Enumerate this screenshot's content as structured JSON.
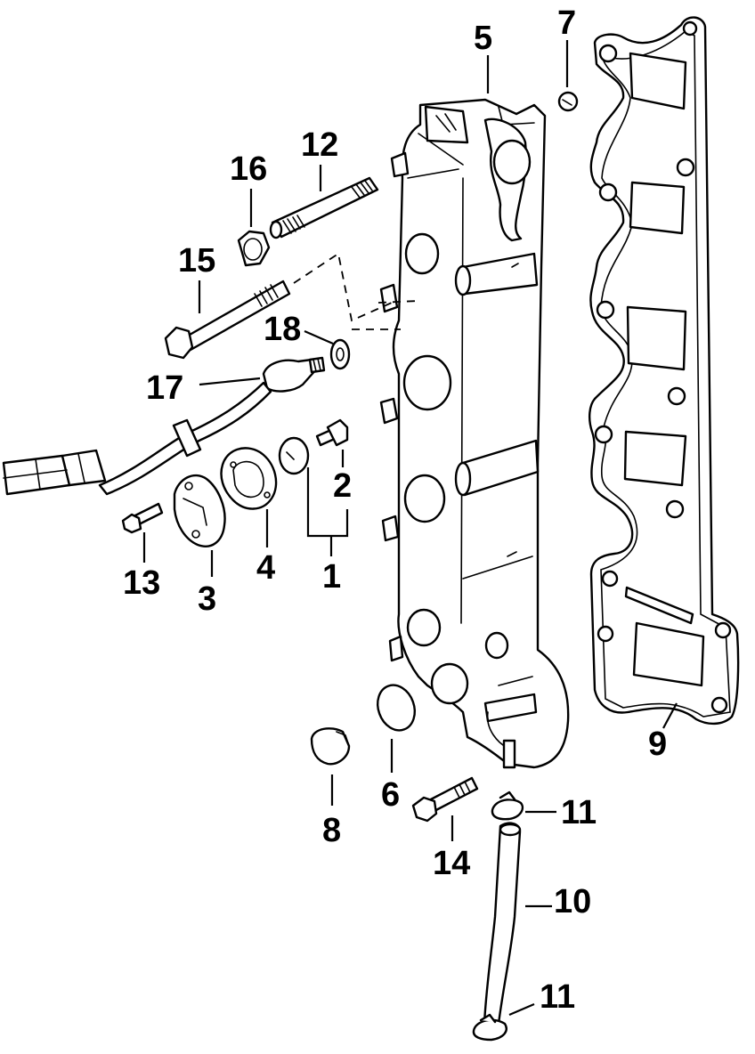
{
  "diagram": {
    "labels": {
      "l1": "1",
      "l2": "2",
      "l3": "3",
      "l4": "4",
      "l5": "5",
      "l6": "6",
      "l7": "7",
      "l8": "8",
      "l9": "9",
      "l10": "10",
      "l11a": "11",
      "l11b": "11",
      "l12": "12",
      "l13": "13",
      "l14": "14",
      "l15": "15",
      "l16": "16",
      "l17": "17",
      "l18": "18"
    },
    "colors": {
      "line": "#000000",
      "background": "#ffffff"
    }
  }
}
